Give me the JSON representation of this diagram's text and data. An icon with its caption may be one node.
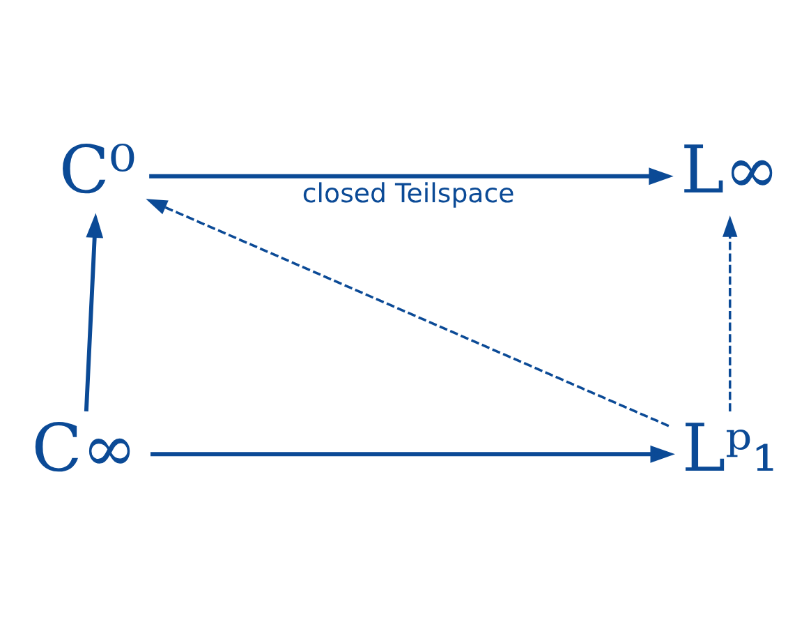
{
  "diagram": {
    "nodes": [
      {
        "text": [
          "C⁰"
        ]
      },
      {
        "text": [
          "L∞"
        ]
      },
      {
        "text": [
          "C∞"
        ]
      },
      {
        "text": [
          "Lᵖ₁"
        ]
      }
    ],
    "edges": [
      {
        "from": 0,
        "to": 1,
        "arrow": "to",
        "label": "closed Teilspace"
      },
      {
        "from": 2,
        "to": 0,
        "arrow": "to"
      },
      {
        "from": 2,
        "to": 3,
        "arrow": "to"
      },
      {
        "from": 3,
        "to": 0,
        "arrow": "to",
        "style": "dashed"
      },
      {
        "from": 3,
        "to": 1,
        "arrow": "to",
        "style": "dashed"
      }
    ]
  }
}
